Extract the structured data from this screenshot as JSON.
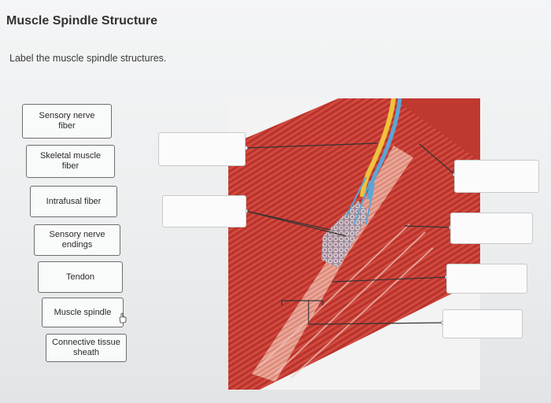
{
  "page": {
    "title": "Muscle Spindle Structure",
    "instruction": "Label the muscle spindle structures."
  },
  "labels": [
    {
      "text": "Sensory nerve\nfiber"
    },
    {
      "text": "Skeletal muscle\nfiber"
    },
    {
      "text": "Intrafusal fiber"
    },
    {
      "text": "Sensory nerve\nendings"
    },
    {
      "text": "Tendon"
    },
    {
      "text": "Muscle spindle"
    },
    {
      "text": "Connective tissue\nsheath"
    }
  ],
  "drop_targets_count_visible": 6,
  "colors": {
    "muscle_red": "#d9493f",
    "muscle_light": "#f0b4a6",
    "nerve_yellow": "#f1c23c",
    "nerve_blue": "#5aa6d6"
  }
}
